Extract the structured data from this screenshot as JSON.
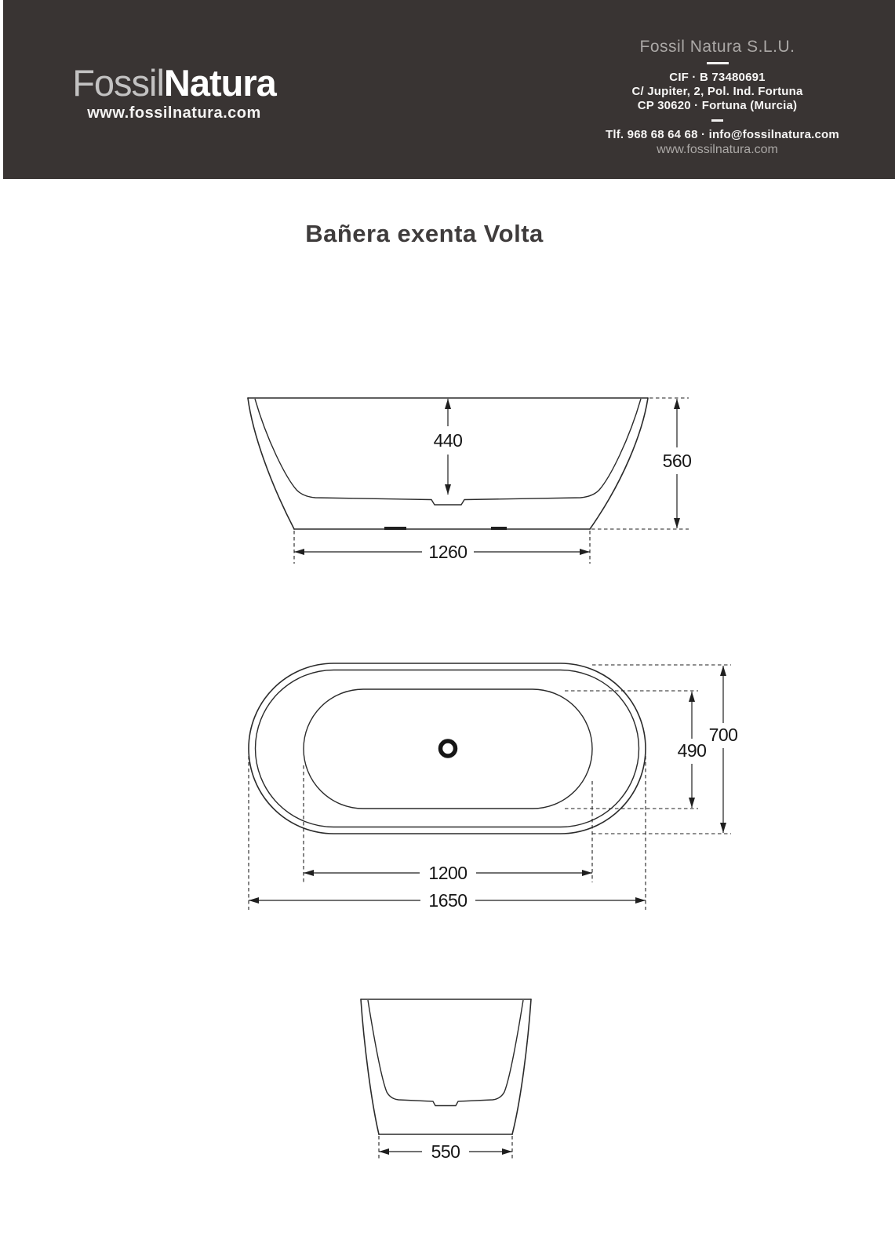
{
  "header": {
    "background_color": "#393433",
    "logo": {
      "brand_part1": "Fossil",
      "brand_part2": "Natura",
      "website": "www.fossilnatura.com"
    },
    "company": {
      "name": "Fossil Natura S.L.U.",
      "cif": "CIF · B 73480691",
      "address": "C/ Jupiter, 2,  Pol. Ind. Fortuna",
      "city": "CP 30620 · Fortuna (Murcia)",
      "phone_email": "Tlf. 968 68 64 68  · info@fossilnatura.com",
      "website": "www.fossilnatura.com"
    }
  },
  "title": "Bañera exenta Volta",
  "drawings": {
    "front_view": {
      "dim_inner_depth": "440",
      "dim_total_height": "560",
      "dim_base_width": "1260"
    },
    "top_view": {
      "dim_inner_width": "490",
      "dim_total_width": "700",
      "dim_inner_length": "1200",
      "dim_total_length": "1650"
    },
    "side_view": {
      "dim_base_width": "550"
    }
  }
}
